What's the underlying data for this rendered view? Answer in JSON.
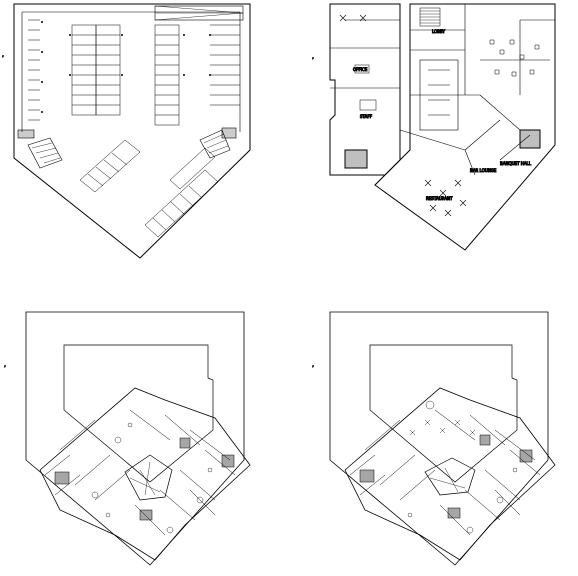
{
  "drawing": {
    "background": "#ffffff",
    "line_color": "#000000",
    "hatch_color": "#000000"
  },
  "plans": [
    {
      "name": "basement-parking-plan",
      "labels": []
    },
    {
      "name": "ground-floor-plan",
      "labels": [
        "LOBBY",
        "STAFF",
        "OFFICE",
        "RESTAURANT",
        "BAR LOUNGE",
        "BANQUET HALL"
      ]
    },
    {
      "name": "typical-floor-plan-a",
      "labels": []
    },
    {
      "name": "typical-floor-plan-b",
      "labels": []
    }
  ]
}
